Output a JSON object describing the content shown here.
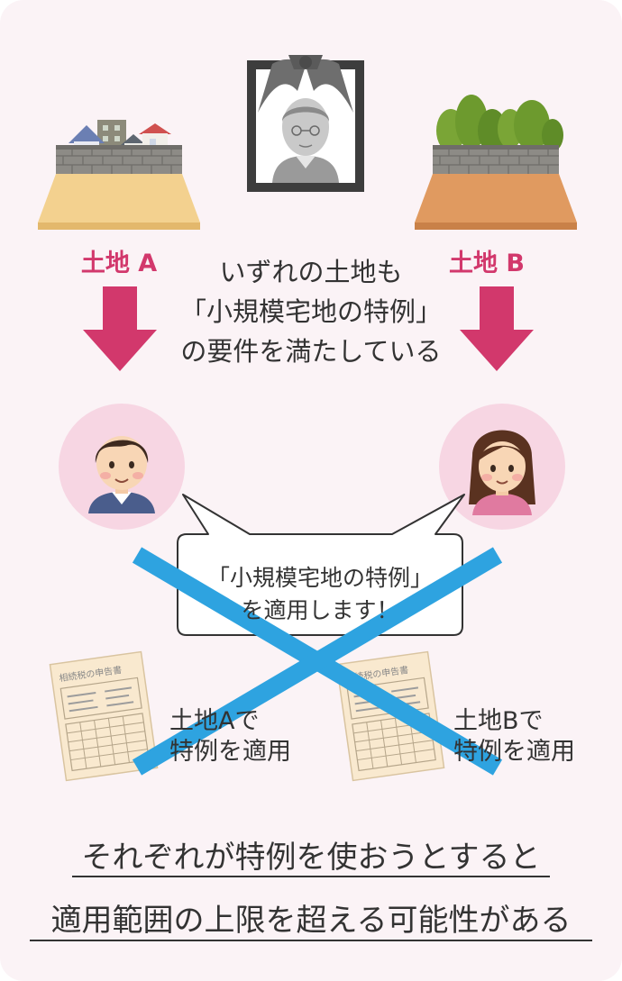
{
  "land_a": {
    "label": "土地 A"
  },
  "land_b": {
    "label": "土地 B"
  },
  "center": {
    "line1": "いずれの土地も",
    "line2": "「小規模宅地の特例」",
    "line3": "の要件を満たしている"
  },
  "bubble": {
    "line1": "「小規模宅地の特例」",
    "line2": "を適用します！"
  },
  "document": {
    "title": "相続税の申告書"
  },
  "apply_a": {
    "line1": "土地Aで",
    "line2": "特例を適用"
  },
  "apply_b": {
    "line1": "土地Bで",
    "line2": "特例を適用"
  },
  "conclusion": {
    "line1": "それぞれが特例を使おうとすると",
    "line2": "適用範囲の上限を超える可能性がある"
  },
  "colors": {
    "accent_pink": "#d2386c",
    "cross_blue": "#2ea3e0",
    "background": "#fbf3f6"
  }
}
